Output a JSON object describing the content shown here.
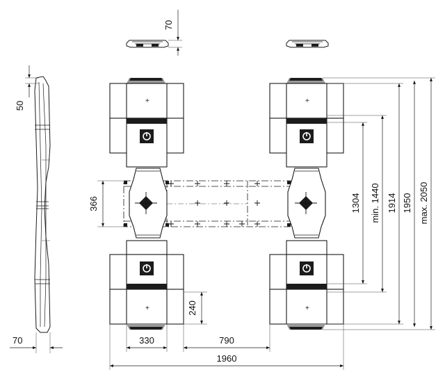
{
  "dimensions": {
    "top_height": "70",
    "side_thickness": "50",
    "side_base_width": "70",
    "cross_width": "366",
    "pad_width": "330",
    "gap_width": "790",
    "total_width": "1960",
    "pad_height": "240",
    "inner_length": "1304",
    "min_length": "min. 1440",
    "mid_length": "1914",
    "length_1950": "1950",
    "max_length": "max. 2050"
  }
}
